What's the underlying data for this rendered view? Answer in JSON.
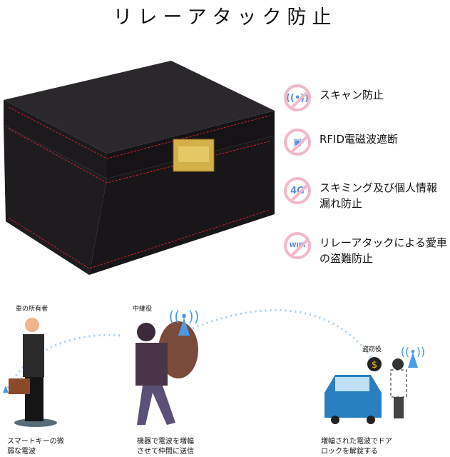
{
  "title": "リレーアタック防止",
  "features": [
    {
      "icon": "antenna-blocked-icon",
      "text": "スキャン防止"
    },
    {
      "icon": "rfid-chip-blocked-icon",
      "text": "RFID電磁波遮断"
    },
    {
      "icon": "4g-blocked-icon",
      "icon_text": "4G",
      "text": "スキミング及び個人情報漏れ防止"
    },
    {
      "icon": "wifi-blocked-icon",
      "icon_text": "WIFI",
      "text": "リレーアタックによる愛車の盗難防止"
    }
  ],
  "scene": {
    "owner": {
      "label": "車の所有者",
      "caption": "スマートキーの微弱な電波"
    },
    "relay": {
      "label": "中継役",
      "caption": "機器で電波を増幅させて仲間に送信"
    },
    "thief": {
      "label": "盗窃役",
      "caption": "増幅された電波でドアロックを解錠する"
    }
  },
  "colors": {
    "box": "#1c1a1c",
    "stitch": "#d0202a",
    "signal": "#4a9be6",
    "car": "#2a7fc0",
    "icon_ring": "#f2b8c8"
  }
}
